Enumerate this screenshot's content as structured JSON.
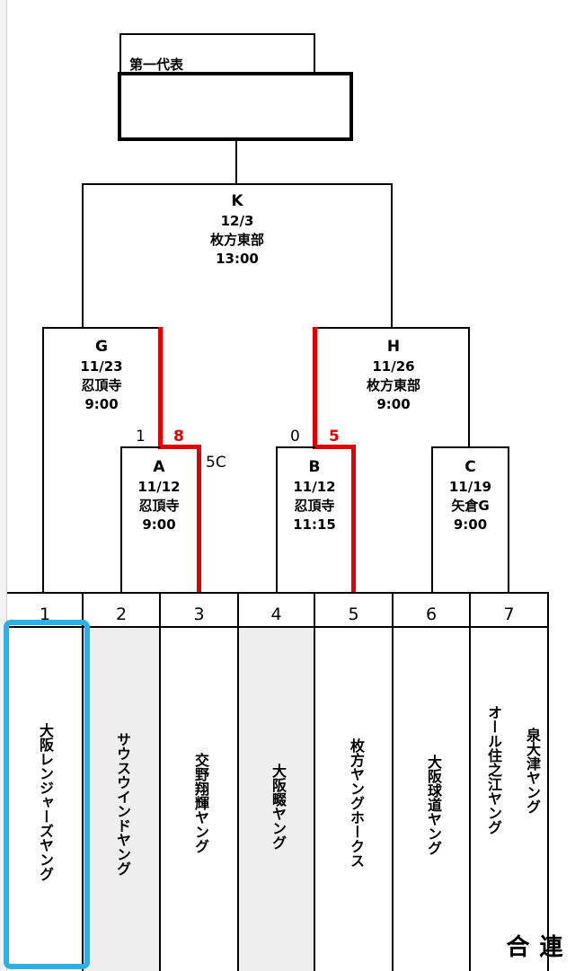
{
  "winner_label": "第一代表",
  "matches": {
    "K": {
      "id": "K",
      "date": "12/3",
      "venue": "枚方東部",
      "time": "13:00"
    },
    "G": {
      "id": "G",
      "date": "11/23",
      "venue": "忍頂寺",
      "time": "9:00"
    },
    "H": {
      "id": "H",
      "date": "11/26",
      "venue": "枚方東部",
      "time": "9:00"
    },
    "A": {
      "id": "A",
      "date": "11/12",
      "venue": "忍頂寺",
      "time": "9:00"
    },
    "B": {
      "id": "B",
      "date": "11/12",
      "venue": "忍頂寺",
      "time": "11:15"
    },
    "C": {
      "id": "C",
      "date": "11/19",
      "venue": "矢倉G",
      "time": "9:00"
    }
  },
  "scores": {
    "A_left": "1",
    "A_right": "8",
    "A_note": "5C",
    "B_left": "0",
    "B_right": "5"
  },
  "colors": {
    "winner_line": "#e00000",
    "highlight": "#2bb0e8",
    "shaded": "#eeeeee"
  },
  "teams": [
    {
      "seed": "1",
      "name": "大阪レンジャーズヤング"
    },
    {
      "seed": "2",
      "name": "サウスウインドヤング"
    },
    {
      "seed": "3",
      "name": "交野翔輝ヤング"
    },
    {
      "seed": "4",
      "name": "大阪畷ヤング"
    },
    {
      "seed": "5",
      "name": "枚方ヤングホークス"
    },
    {
      "seed": "6",
      "name": "大阪球道ヤング"
    },
    {
      "seed": "7",
      "name": "オール住之江ヤング",
      "name2": "泉大津ヤング",
      "note": "連合"
    }
  ]
}
